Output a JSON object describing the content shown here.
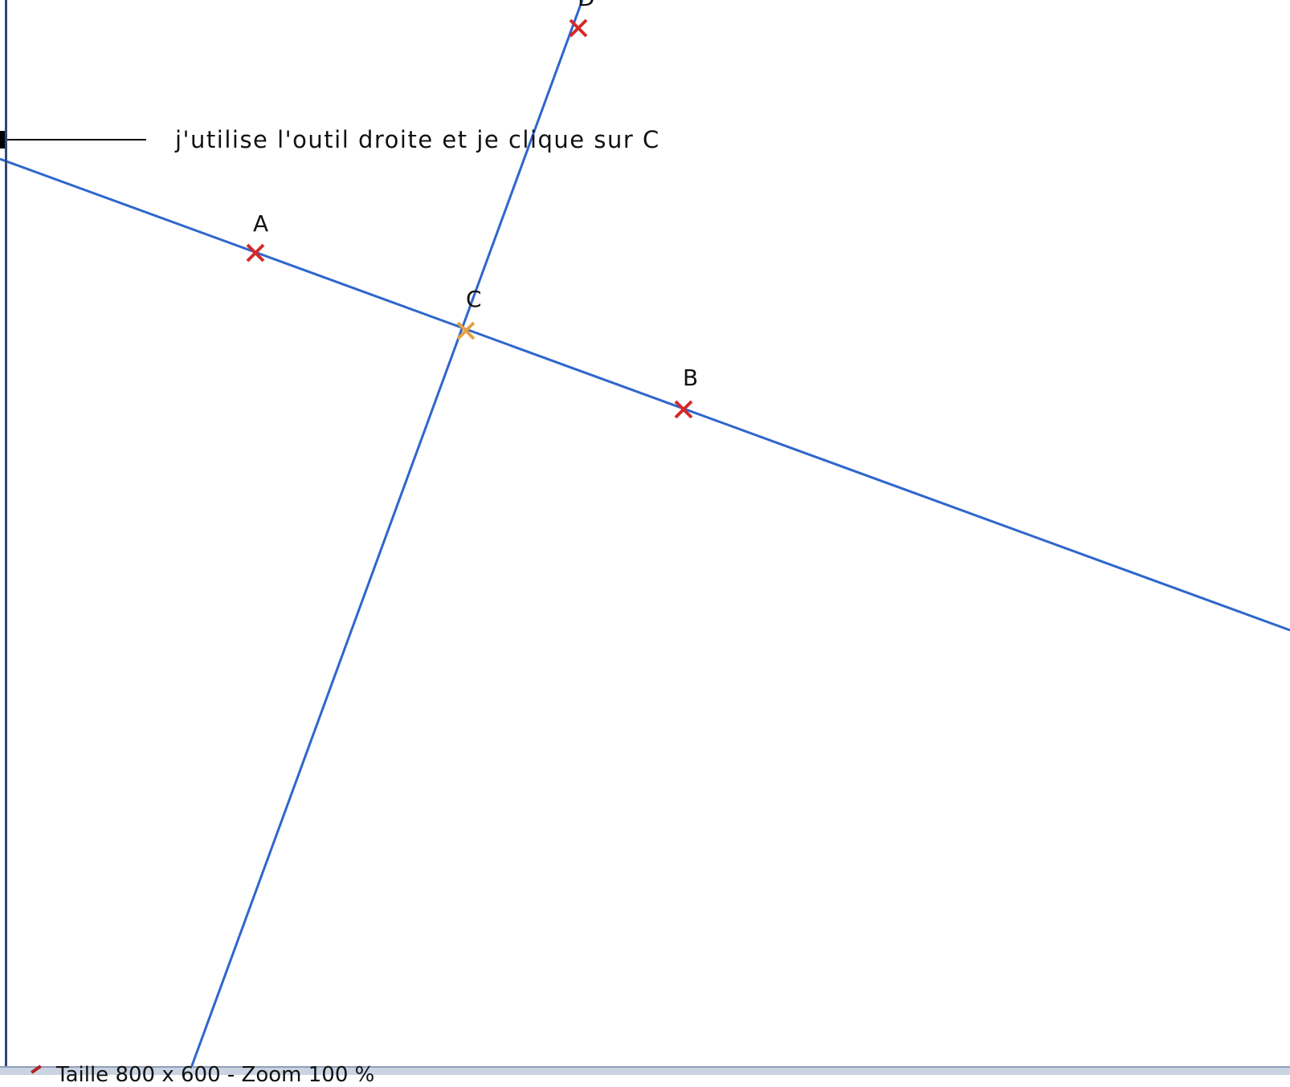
{
  "annotation": {
    "text": "j'utilise l'outil droite et je clique sur C"
  },
  "points": [
    {
      "name": "A",
      "color": "#d42a2a"
    },
    {
      "name": "B",
      "color": "#d42a2a"
    },
    {
      "name": "C",
      "color": "#e8a040"
    },
    {
      "name": "D",
      "color": "#d42a2a"
    }
  ],
  "colors": {
    "line": "#2f66cc",
    "point_default": "#d42a2a",
    "point_selected": "#e8a040",
    "frame": "#2e4a78"
  },
  "status_bar": {
    "text": "Taille 800 x 600 - Zoom 100 %",
    "tool_icon": "line-tool-icon"
  }
}
